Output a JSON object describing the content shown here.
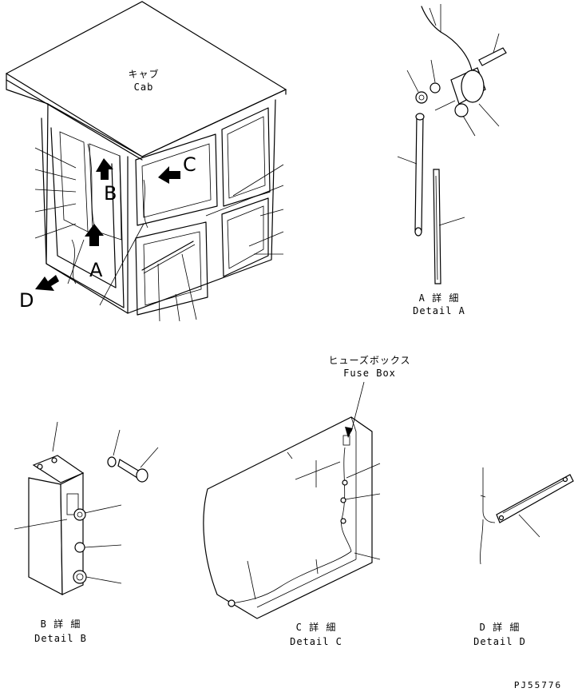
{
  "labels": {
    "cab_jp": "キャブ",
    "cab_en": "Cab",
    "fuse_jp": "ヒューズボックス",
    "fuse_en": "Fuse Box",
    "detail_a_jp": "A 詳 細",
    "detail_a_en": "Detail A",
    "detail_b_jp": "B 詳 細",
    "detail_b_en": "Detail B",
    "detail_c_jp": "C 詳 細",
    "detail_c_en": "Detail C",
    "detail_d_jp": "D 詳 細",
    "detail_d_en": "Detail D",
    "drawing_number": "PJ55776"
  },
  "view_letters": {
    "a": "A",
    "b": "B",
    "c": "C",
    "d": "D"
  }
}
